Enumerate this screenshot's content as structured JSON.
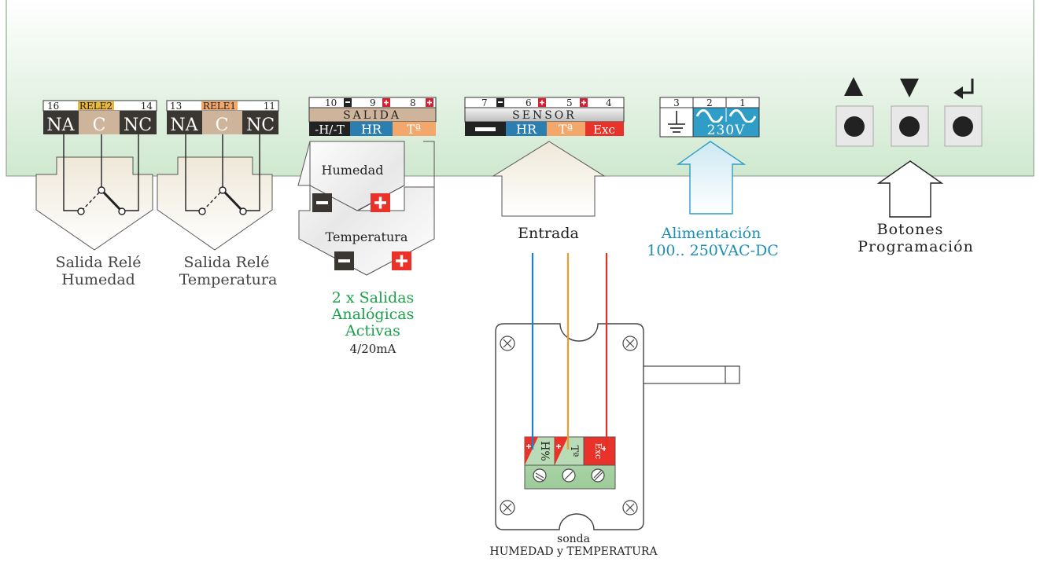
{
  "colors": {
    "panel": "#cfe8cf",
    "analog_label": "#1aa14a",
    "power_label": "#1b8fb8",
    "dark_label": "#444444",
    "wire_blue": "#1f7fc9",
    "wire_orange": "#f09a2a",
    "wire_red": "#e0302a",
    "rele_highlight": "#e8b840",
    "hr_blue": "#2a7fb0",
    "ta_orange": "#f4a76a",
    "exc_red": "#e8322a"
  },
  "relay2": {
    "pin_left": "16",
    "name": "RELE2",
    "pin_right": "14",
    "t1": "NA",
    "t2": "C",
    "t3": "NC",
    "caption_1": "Salida Relé",
    "caption_2": "Humedad"
  },
  "relay1": {
    "pin_left": "13",
    "name": "RELE1",
    "pin_right": "11",
    "t1": "NA",
    "t2": "C",
    "t3": "NC",
    "caption_1": "Salida Relé",
    "caption_2": "Temperatura"
  },
  "salida": {
    "pins": [
      {
        "num": "10",
        "sign": "−"
      },
      {
        "num": "9",
        "sign": "+"
      },
      {
        "num": "8",
        "sign": "+"
      }
    ],
    "title": "SALIDA",
    "t1": "-H/-T",
    "t2": "HR",
    "t3": "Tª",
    "arrow_1": "Humedad",
    "arrow_2": "Temperatura",
    "caption_1": "2 x Salidas",
    "caption_2": "Analógicas",
    "caption_3": "Activas",
    "caption_4": "4/20mA"
  },
  "sensor": {
    "pins": [
      {
        "num": "7",
        "sign": "−"
      },
      {
        "num": "6",
        "sign": "+"
      },
      {
        "num": "5",
        "sign": "+"
      },
      {
        "num": "4",
        "sign": ""
      }
    ],
    "title": "SENSOR",
    "t1": "−",
    "t2": "HR",
    "t3": "Tª",
    "t4": "Exc",
    "caption": "Entrada"
  },
  "power": {
    "pins": [
      "3",
      "2",
      "1"
    ],
    "voltage": "230V",
    "caption_1": "Alimentación",
    "caption_2": "100.. 250VAC-DC"
  },
  "buttons": {
    "caption_1": "Botones",
    "caption_2": "Programación",
    "icons": [
      "up-arrow-icon",
      "down-arrow-icon",
      "enter-icon"
    ]
  },
  "probe": {
    "t1": "H%",
    "t2": "Tª",
    "t3": "Exc",
    "caption_1": "sonda",
    "caption_2": "HUMEDAD y TEMPERATURA"
  }
}
